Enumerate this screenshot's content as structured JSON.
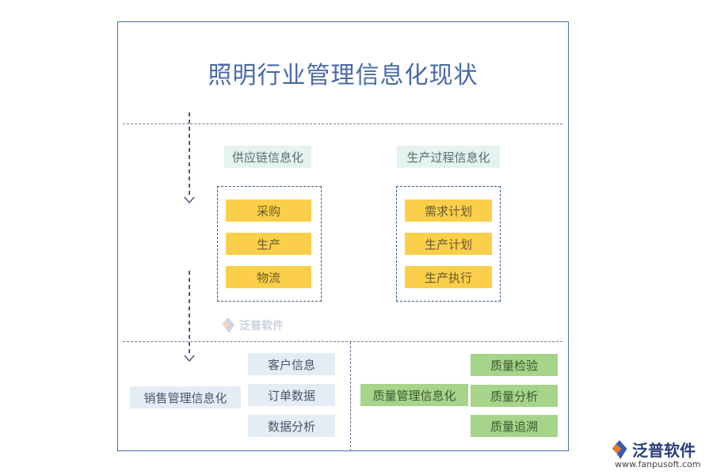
{
  "title": "照明行业管理信息化现状",
  "supply_chain": {
    "label": "供应链信息化",
    "items": [
      "采购",
      "生产",
      "物流"
    ]
  },
  "production_process": {
    "label": "生产过程信息化",
    "items": [
      "需求计划",
      "生产计划",
      "生产执行"
    ]
  },
  "sales": {
    "label": "销售管理信息化",
    "items": [
      "客户信息",
      "订单数据",
      "数据分析"
    ]
  },
  "quality": {
    "label": "质量管理信息化",
    "items": [
      "质量检验",
      "质量分析",
      "质量追溯"
    ]
  },
  "watermark": {
    "text": "泛普软件"
  },
  "logo": {
    "text": "泛普软件",
    "url": "www.fanpusoft.com"
  },
  "colors": {
    "title": "#4a6aa8",
    "yellow": "#fbcf4a",
    "green": "#a6d48a",
    "teal_tag": "#e4f3ee",
    "blue_tag": "#e4ecf6"
  }
}
